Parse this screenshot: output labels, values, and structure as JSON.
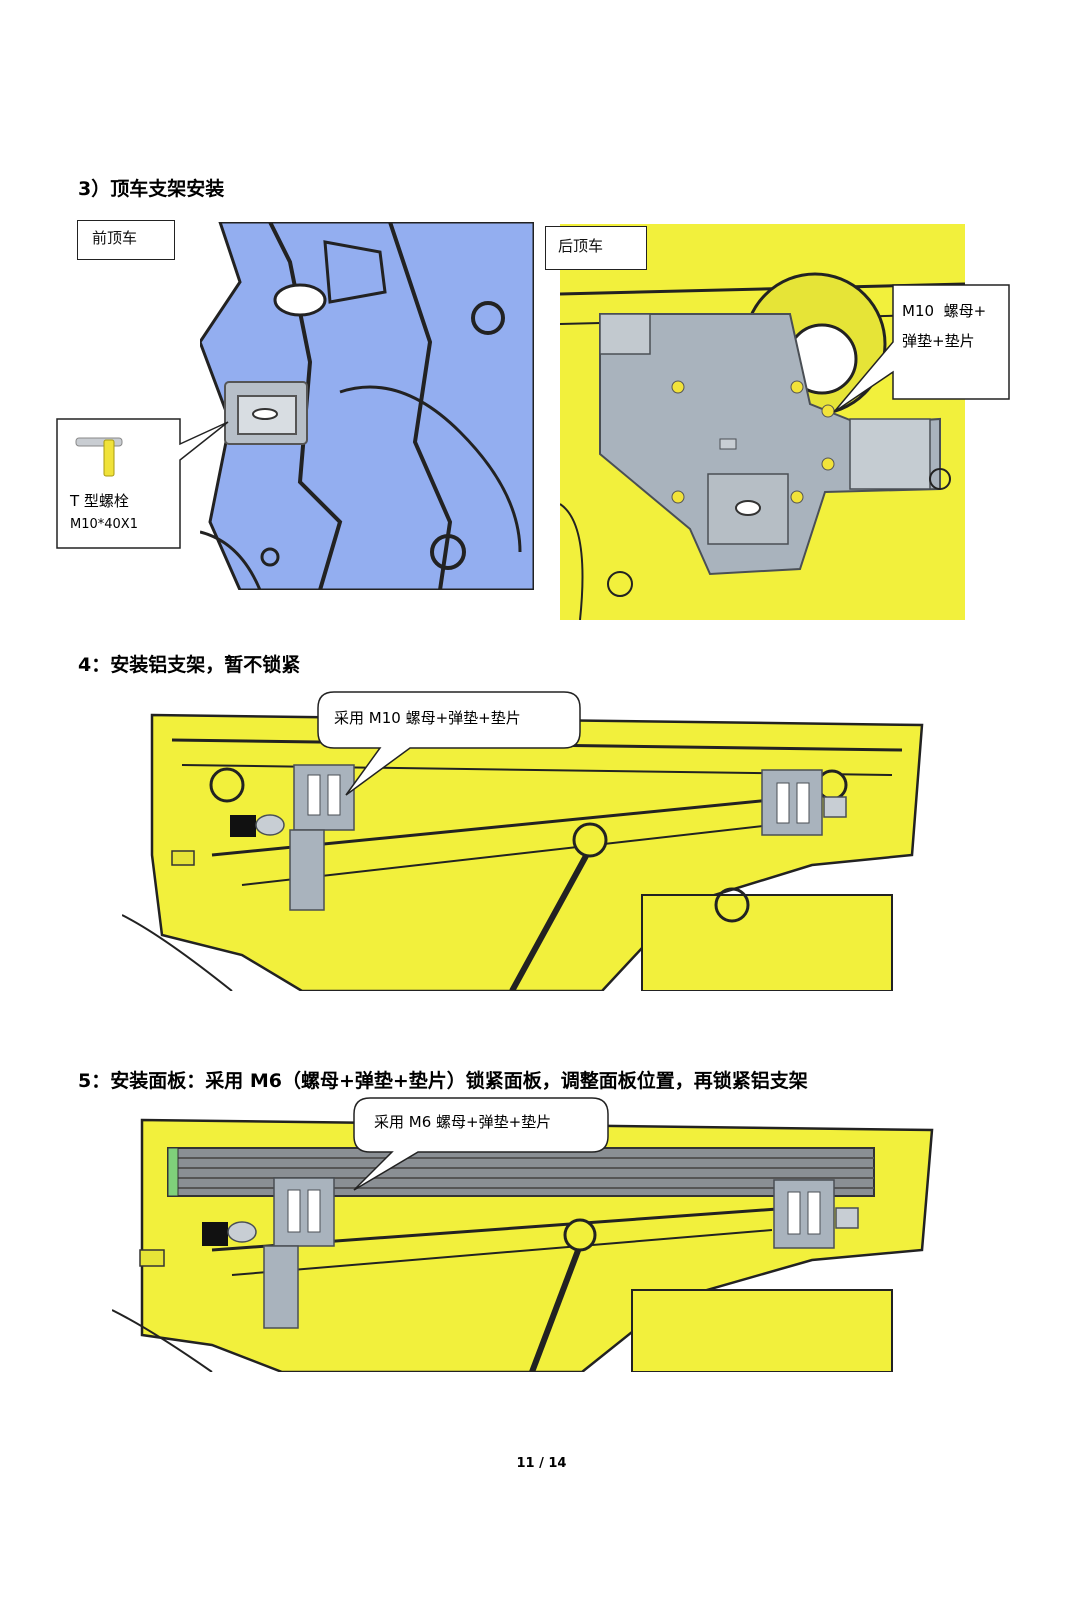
{
  "section3": {
    "title": "3）顶车支架安装",
    "front": {
      "label": "前顶车",
      "bolt_line1": "T 型螺栓",
      "bolt_line2": "M10*40X1"
    },
    "rear": {
      "label": "后顶车",
      "callout_line1": "M10  螺母+",
      "callout_line2": "弹垫+垫片"
    }
  },
  "section4": {
    "title": "4：安装铝支架，暂不锁紧",
    "callout": "采用 M10 螺母+弹垫+垫片"
  },
  "section5": {
    "title": "5：安装面板：采用 M6（螺母+弹垫+垫片）锁紧面板，调整面板位置，再锁紧铝支架",
    "callout": "采用 M6 螺母+弹垫+垫片"
  },
  "footer": {
    "page_number": "11 / 14"
  },
  "colors": {
    "body_blue": "#93aef0",
    "body_yellow": "#f2f03c",
    "bracket_gray": "#a9b3bd",
    "outline": "#222222"
  }
}
